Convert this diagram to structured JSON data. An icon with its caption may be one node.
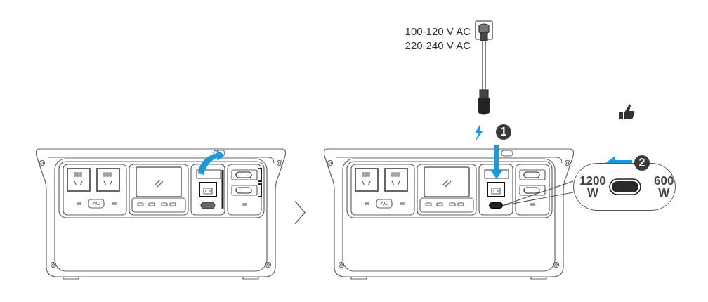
{
  "diagram": {
    "nodes": [
      {
        "text": [],
        "shape": "picture"
      },
      {
        "text": [],
        "shape": "picture"
      },
      {
        "text": [
          "1200 W",
          "600 W"
        ]
      },
      {
        "text": [],
        "shape": "box",
        "in": 1
      }
    ],
    "edges": [
      {
        "from": 0,
        "to": 1,
        "arrow": "to"
      },
      {
        "from": 2,
        "to": 3,
        "arrow": "none"
      }
    ],
    "labels": [
      "100-120 V AC",
      "220-240 V AC",
      "1",
      "2",
      "AC",
      "AC"
    ]
  }
}
